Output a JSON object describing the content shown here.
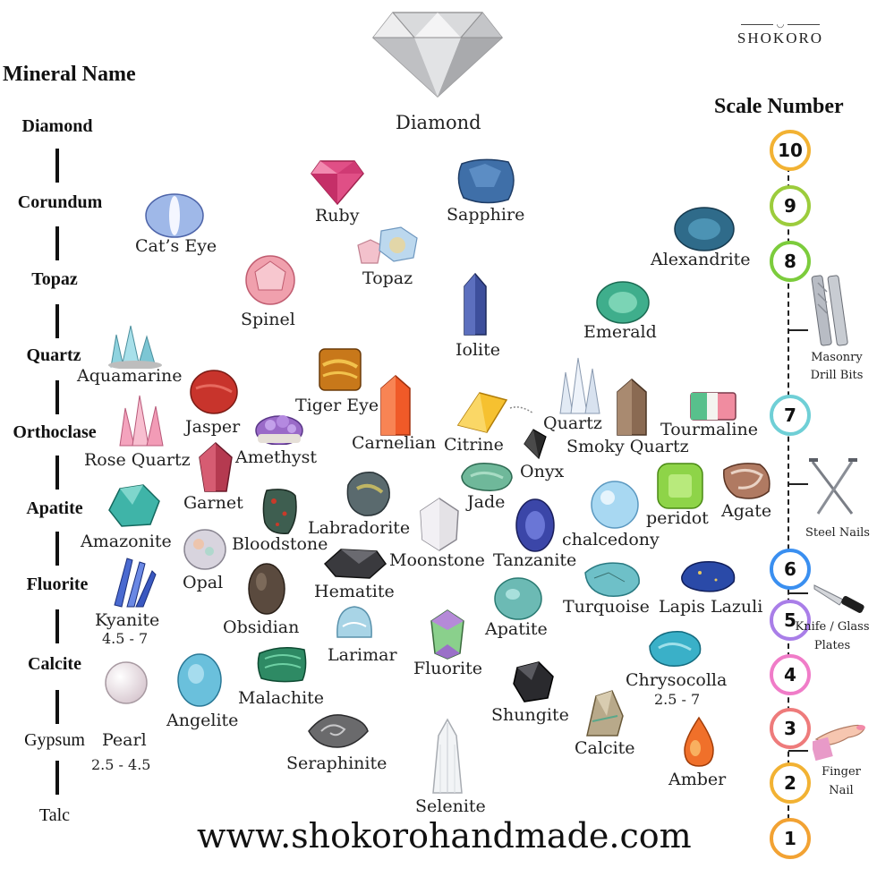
{
  "brand": "SHOKORO",
  "headings": {
    "mineral_name": "Mineral Name",
    "scale_number": "Scale Number"
  },
  "minerals": [
    "Diamond",
    "Corundum",
    "Topaz",
    "Quartz",
    "Orthoclase",
    "Apatite",
    "Fluorite",
    "Calcite",
    "Gypsum",
    "Talc"
  ],
  "top_gem": "Diamond",
  "gems": {
    "ruby": "Ruby",
    "sapphire": "Sapphire",
    "cats_eye": "Cat’s Eye",
    "alexandrite": "Alexandrite",
    "topaz": "Topaz",
    "spinel": "Spinel",
    "iolite": "Iolite",
    "emerald": "Emerald",
    "aquamarine": "Aquamarine",
    "tiger_eye": "Tiger Eye",
    "jasper": "Jasper",
    "carnelian": "Carnelian",
    "citrine": "Citrine",
    "quartz": "Quartz",
    "smoky_quartz": "Smoky Quartz",
    "tourmaline": "Tourmaline",
    "rose_quartz": "Rose Quartz",
    "amethyst": "Amethyst",
    "onyx": "Onyx",
    "garnet": "Garnet",
    "jade": "Jade",
    "peridot": "peridot",
    "agate": "Agate",
    "amazonite": "Amazonite",
    "labradorite": "Labradorite",
    "chalcedony": "chalcedony",
    "bloodstone": "Bloodstone",
    "moonstone": "Moonstone",
    "tanzanite": "Tanzanite",
    "opal": "Opal",
    "hematite": "Hematite",
    "turquoise": "Turquoise",
    "lapis_lazuli": "Lapis Lazuli",
    "kyanite": "Kyanite",
    "kyanite_range": "4.5 - 7",
    "obsidian": "Obsidian",
    "apatite": "Apatite",
    "larimar": "Larimar",
    "fluorite": "Fluorite",
    "chrysocolla": "Chrysocolla",
    "chrysocolla_range": "2.5 - 7",
    "malachite": "Malachite",
    "angelite": "Angelite",
    "shungite": "Shungite",
    "pearl": "Pearl",
    "pearl_range": "2.5 - 4.5",
    "calcite": "Calcite",
    "amber": "Amber",
    "seraphinite": "Seraphinite",
    "selenite": "Selenite"
  },
  "scale": [
    "10",
    "9",
    "8",
    "7",
    "6",
    "5",
    "4",
    "3",
    "2",
    "1"
  ],
  "scale_colors": [
    "#f2b233",
    "#9ccc3c",
    "#7ccc3c",
    "#6fcfd6",
    "#3a8ff0",
    "#a97ee8",
    "#f07cc8",
    "#ee7b7b",
    "#f2b233",
    "#f2a233"
  ],
  "tools": {
    "masonry": "Masonry\nDrill Bits",
    "steel_nails": "Steel Nails",
    "knife": "Knife / Glass\nPlates",
    "finger_nail": "Finger\nNail"
  },
  "footer_url": "www.shokorohandmade.com"
}
